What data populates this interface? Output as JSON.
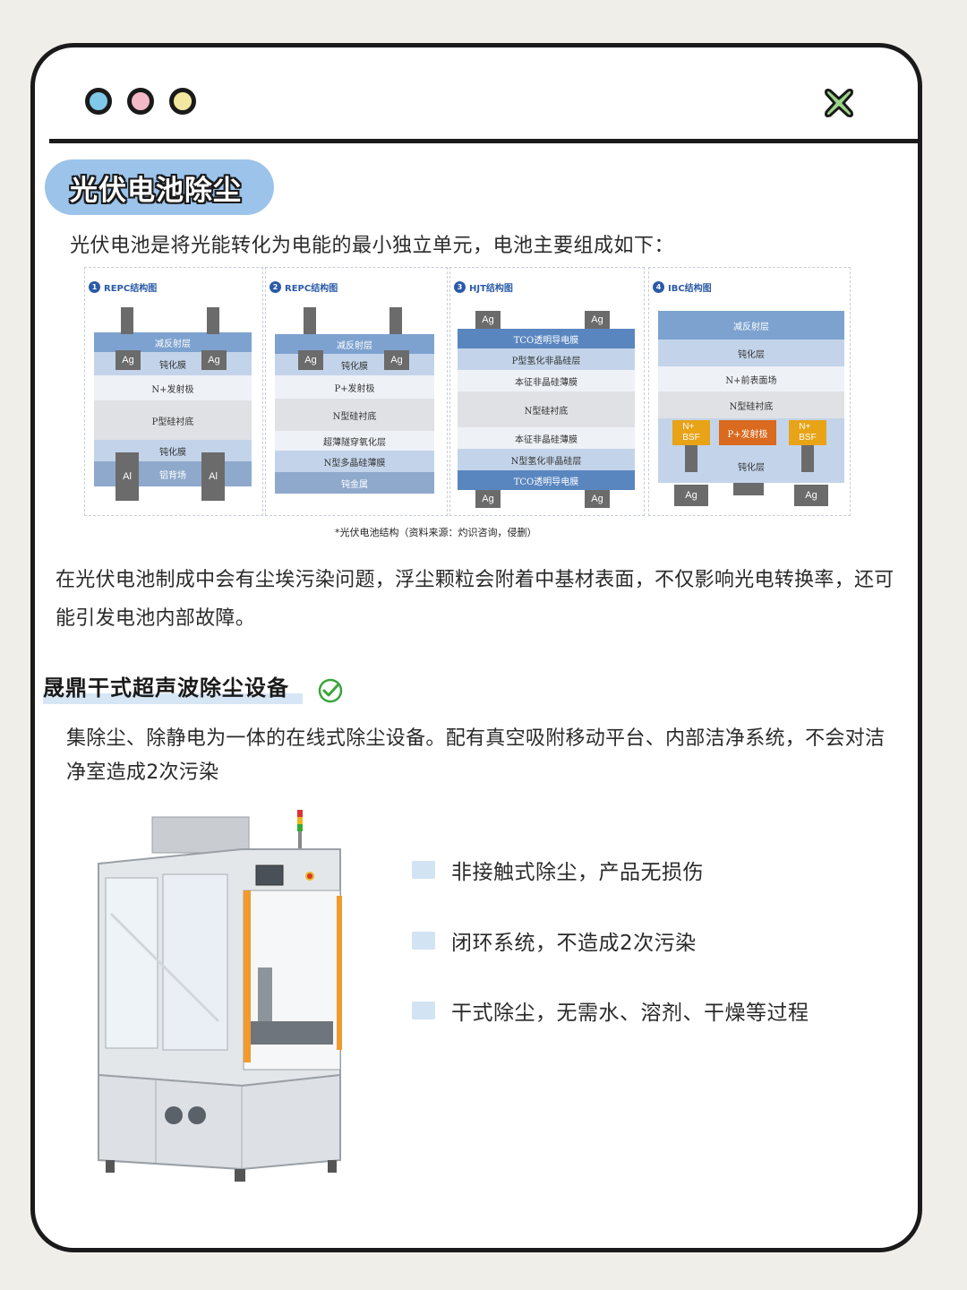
{
  "window": {
    "colors": {
      "dot_blue": "#7fc8e8",
      "dot_pink": "#f4b9c8",
      "dot_yellow": "#f3e6a0",
      "close_green": "#9bd58a"
    }
  },
  "section": {
    "title": "光伏电池除尘"
  },
  "intro": "光伏电池是将光能转化为电能的最小独立单元，电池主要组成如下：",
  "diagrams": [
    {
      "num": "1",
      "title": "REPC结构图",
      "layers": [
        "减反射层",
        "钝化膜",
        "N+发射极",
        "P型硅衬底",
        "钝化膜",
        "铝背场"
      ],
      "electrodes_top": [
        "Ag",
        "Ag"
      ],
      "electrodes_bottom": [
        "Al",
        "Al"
      ]
    },
    {
      "num": "2",
      "title": "REPC结构图",
      "layers": [
        "减反射层",
        "钝化膜",
        "P+发射极",
        "N型硅衬底",
        "超薄隧穿氧化层",
        "N型多晶硅薄膜",
        "钝金属"
      ],
      "electrodes_top": [
        "Ag",
        "Ag"
      ]
    },
    {
      "num": "3",
      "title": "HJT结构图",
      "layers": [
        "TCO透明导电膜",
        "P型氢化非晶硅层",
        "本征非晶硅薄膜",
        "N型硅衬底",
        "本征非晶硅薄膜",
        "N型氢化非晶硅层",
        "TCO透明导电膜"
      ],
      "electrodes_top": [
        "Ag",
        "Ag"
      ],
      "electrodes_bottom": [
        "Ag",
        "Ag"
      ]
    },
    {
      "num": "4",
      "title": "IBC结构图",
      "layers": [
        "减反射层",
        "钝化层",
        "N+前表面场",
        "N型硅衬底",
        "钝化层"
      ],
      "doped": [
        "N+\nBSF",
        "P+发射极",
        "N+\nBSF"
      ],
      "electrodes_bottom": [
        "Ag",
        "Ag"
      ]
    }
  ],
  "caption": "*光伏电池结构（资料来源：灼识咨询，侵删）",
  "paragraph": "在光伏电池制成中会有尘埃污染问题，浮尘颗粒会附着中基材表面，不仅影响光电转换率，还可能引发电池内部故障。",
  "device": {
    "title": "晟鼎干式超声波除尘设备",
    "description": "集除尘、除静电为一体的在线式除尘设备。配有真空吸附移动平台、内部洁净系统，不会对洁净室造成2次污染",
    "features": [
      "非接触式除尘，产品无损伤",
      "闭环系统，不造成2次污染",
      "干式除尘，无需水、溶剂、干燥等过程"
    ]
  }
}
